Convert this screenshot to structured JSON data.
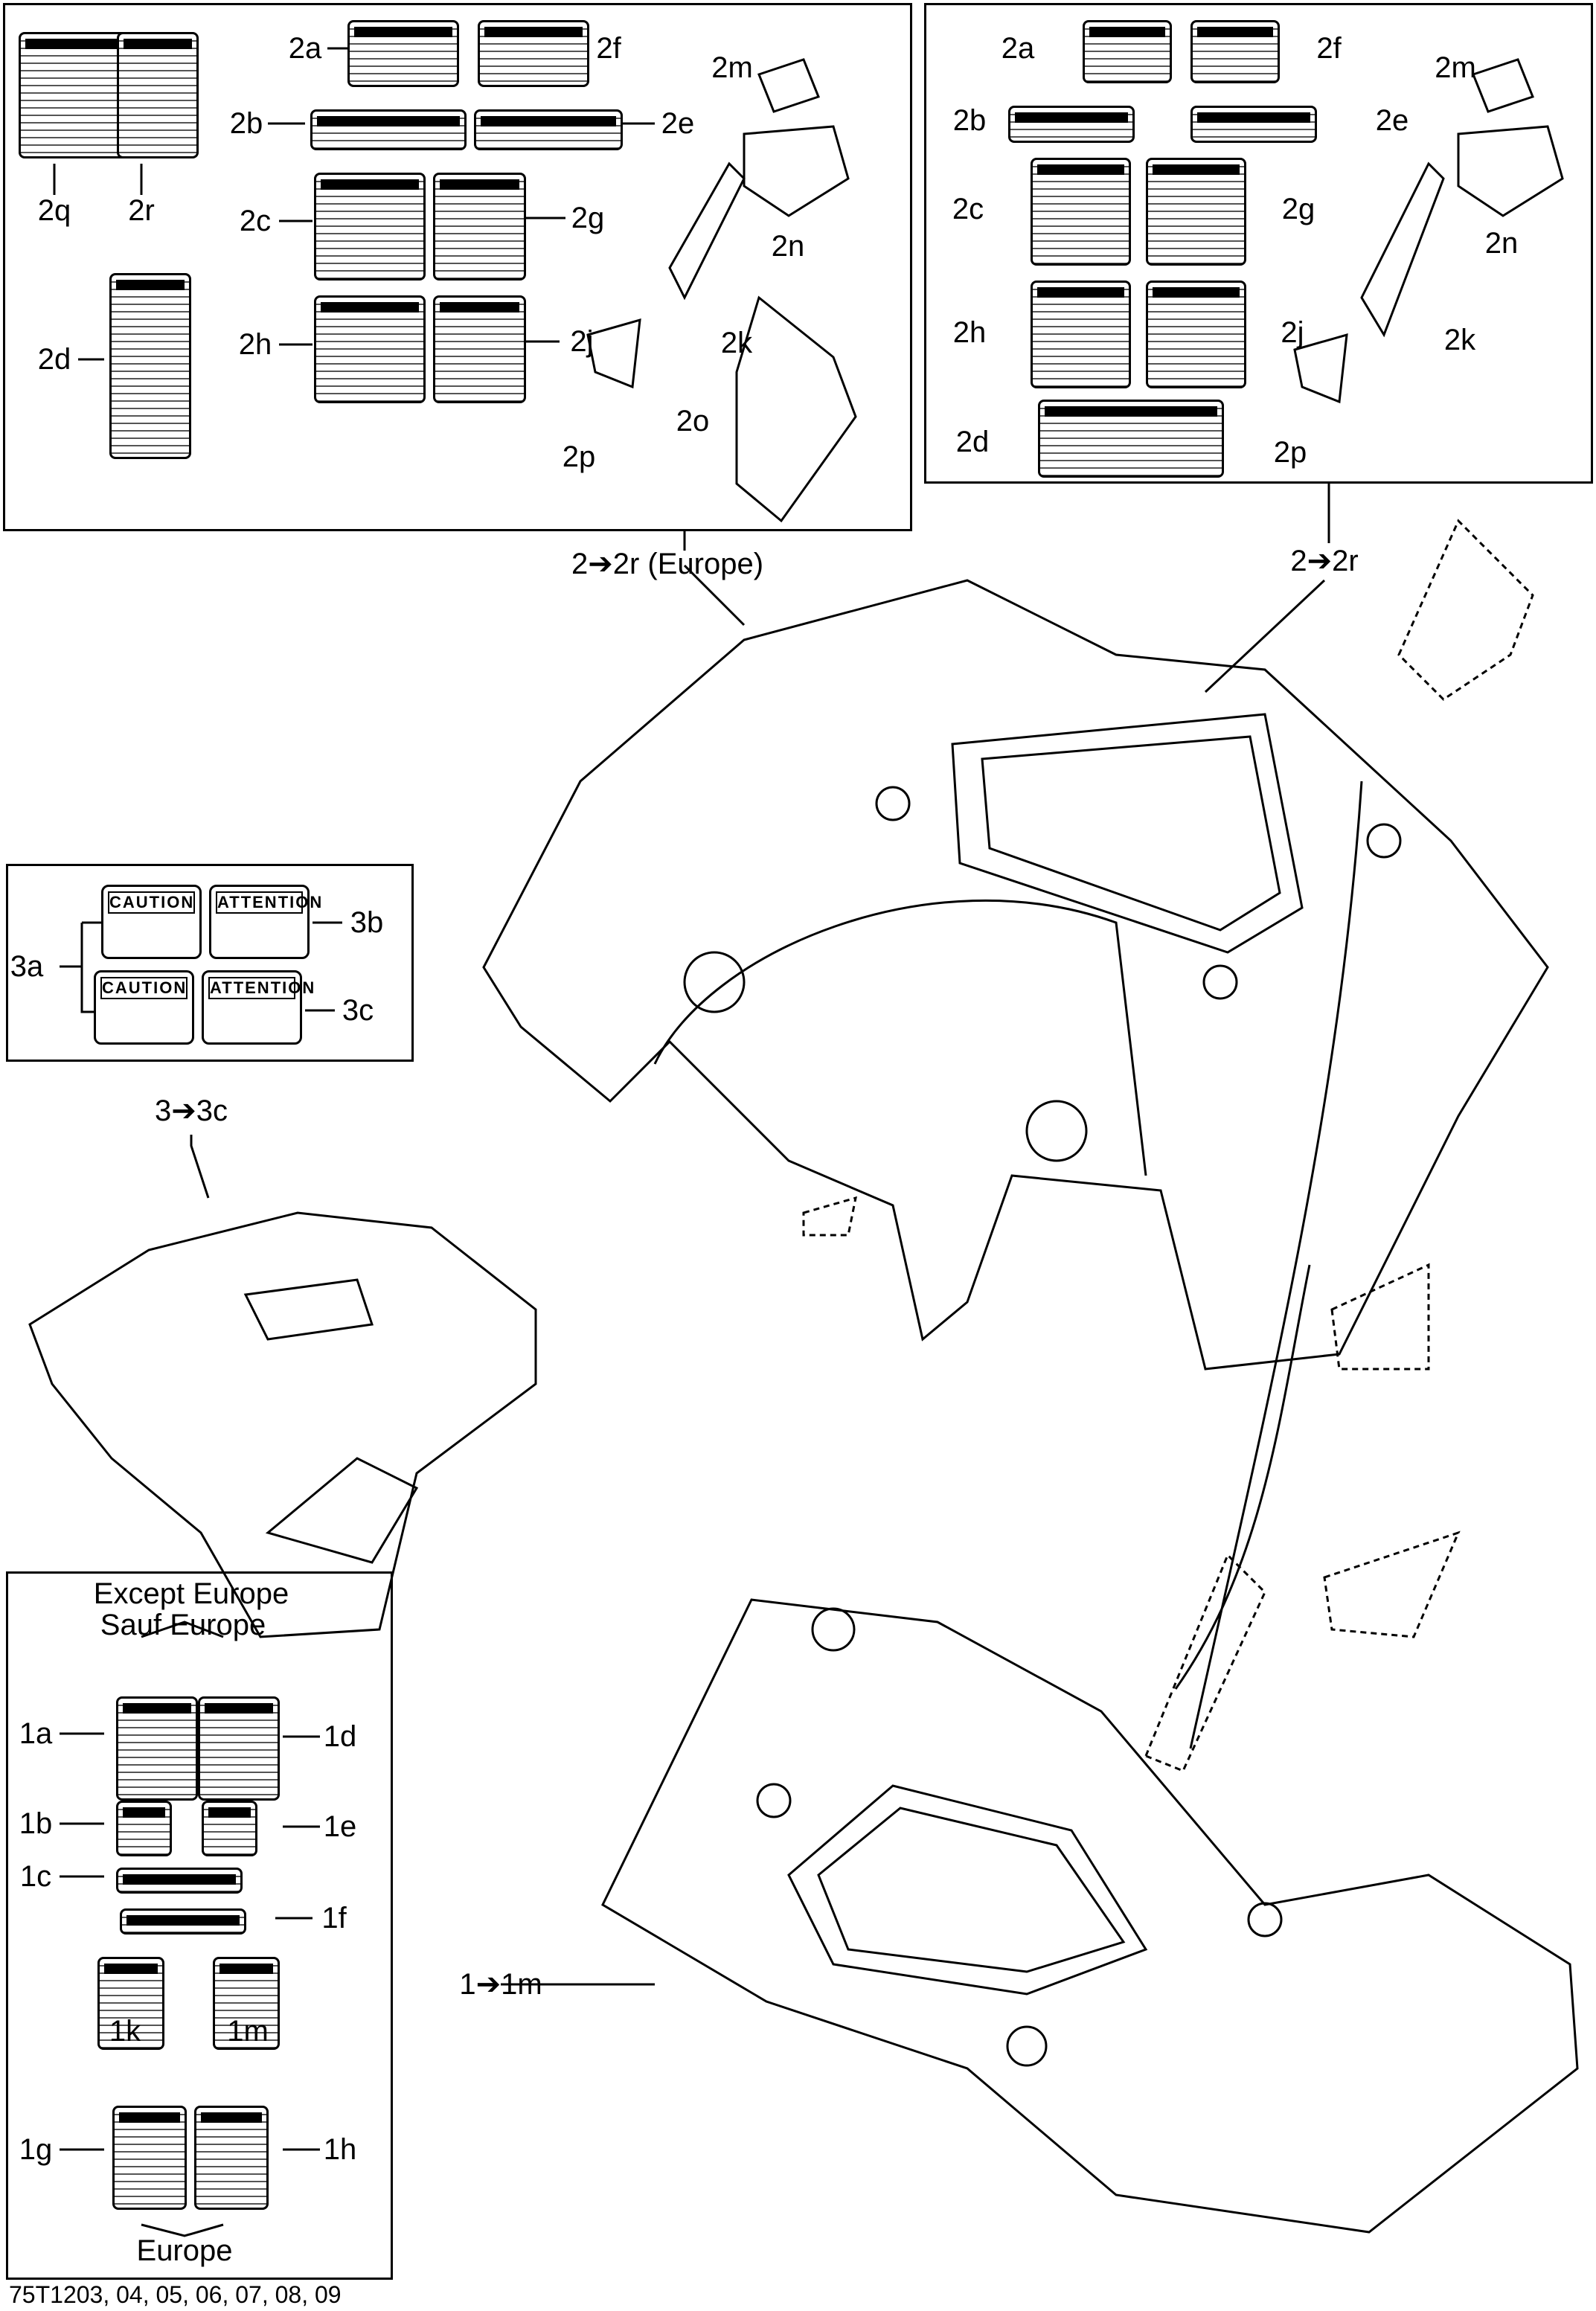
{
  "box_europe": {
    "labels": [
      "2a",
      "2f",
      "2b",
      "2e",
      "2c",
      "2g",
      "2h",
      "2j",
      "2q",
      "2r",
      "2d",
      "2m",
      "2n",
      "2k",
      "2o",
      "2p"
    ],
    "callout": "2➔2r (Europe)"
  },
  "box_standard": {
    "labels": [
      "2a",
      "2f",
      "2b",
      "2e",
      "2c",
      "2g",
      "2h",
      "2j",
      "2d",
      "2m",
      "2n",
      "2k",
      "2p"
    ],
    "callout": "2➔2r"
  },
  "box_caution": {
    "labels": [
      "3a",
      "3b",
      "3c"
    ],
    "decals": [
      "CAUTION",
      "ATTENTION",
      "CAUTION",
      "ATTENTION"
    ],
    "callout": "3➔3c"
  },
  "box_front": {
    "heading1": "Except Europe",
    "heading2": "Sauf Europe",
    "labels": [
      "1a",
      "1d",
      "1b",
      "1e",
      "1c",
      "1f",
      "1k",
      "1m",
      "1g",
      "1h"
    ],
    "footer_label": "Europe",
    "callout": "1➔1m"
  },
  "footer": "75T1203, 04, 05, 06, 07, 08, 09"
}
